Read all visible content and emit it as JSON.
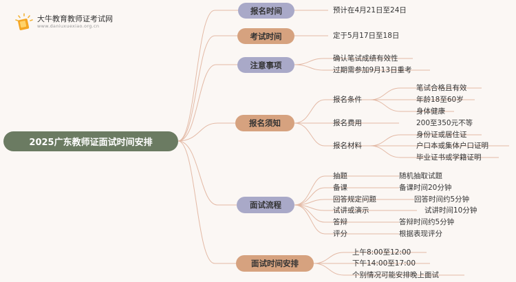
{
  "site": {
    "name": "大牛教育教师证考试网",
    "url": "www.daniuxuexiao.org.cn"
  },
  "root": "2025广东教师证面试时间安排",
  "topics": {
    "signup_time": {
      "label": "报名时间",
      "detail": "预计在4月21日至24日"
    },
    "exam_time": {
      "label": "考试时间",
      "detail": "定于5月17日至18日"
    },
    "notes": {
      "label": "注意事项",
      "items": [
        "确认笔试成绩有效性",
        "过期需参加9月13日重考"
      ]
    },
    "guide": {
      "label": "报名须知",
      "conditions": {
        "label": "报名条件",
        "items": [
          "笔试合格且有效",
          "年龄18至60岁",
          "身体健康"
        ]
      },
      "fee": {
        "label": "报名费用",
        "value": "200至350元不等"
      },
      "materials": {
        "label": "报名材料",
        "items": [
          "身份证或居住证",
          "户口本或集体户口证明",
          "毕业证书或学籍证明"
        ]
      }
    },
    "process": {
      "label": "面试流程",
      "steps": [
        {
          "name": "抽题",
          "detail": "随机抽取试题"
        },
        {
          "name": "备课",
          "detail": "备课时间20分钟"
        },
        {
          "name": "回答规定问题",
          "detail": "回答时间约5分钟"
        },
        {
          "name": "试讲或演示",
          "detail": "试讲时间10分钟"
        },
        {
          "name": "答辩",
          "detail": "答辩时间约5分钟"
        },
        {
          "name": "评分",
          "detail": "根据表现评分"
        }
      ]
    },
    "schedule": {
      "label": "面试时间安排",
      "items": [
        "上午8:00至12:00",
        "下午14:00至17:00",
        "个别情况可能安排晚上面试"
      ]
    }
  },
  "colors": {
    "root": "#6b7b62",
    "topic_blue": "#a9a9c8",
    "topic_tan": "#d6a27f",
    "connector": "#e3b9a5"
  }
}
